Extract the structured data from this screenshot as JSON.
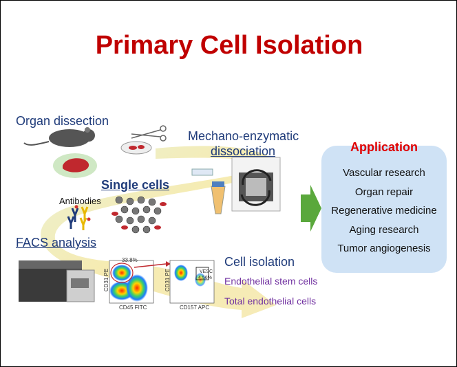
{
  "title": "Primary Cell Isolation",
  "steps": {
    "organ": "Organ dissection",
    "mechano_line1": "Mechano-enzymatic",
    "mechano_line2": "dissociation",
    "single_cells": "Single cells",
    "antibodies": "Antibodies",
    "facs": "FACS analysis",
    "cell_isolation": "Cell isolation"
  },
  "outputs": [
    "Endothelial stem cells",
    "Total endothelial cells"
  ],
  "application": {
    "title": "Application",
    "items": [
      "Vascular research",
      "Organ repair",
      "Regenerative medicine",
      "Aging research",
      "Tumor angiogenesis"
    ]
  },
  "facs_plots": {
    "plot1": {
      "gate_value": "33.8%",
      "xlabel": "CD45 FITC",
      "ylabel": "CD31 PE"
    },
    "plot2": {
      "gate_label": "VESC",
      "gate_value": "4.56%",
      "xlabel": "CD157 APC",
      "ylabel": "CD31 PE"
    }
  },
  "colors": {
    "title": "#c00000",
    "step_label": "#1f3b7a",
    "application_title": "#e00000",
    "application_box": "#cfe2f5",
    "output_text": "#7030a0",
    "flow_arrow": "#f4e7a8",
    "big_arrow": "#5aa83c"
  }
}
